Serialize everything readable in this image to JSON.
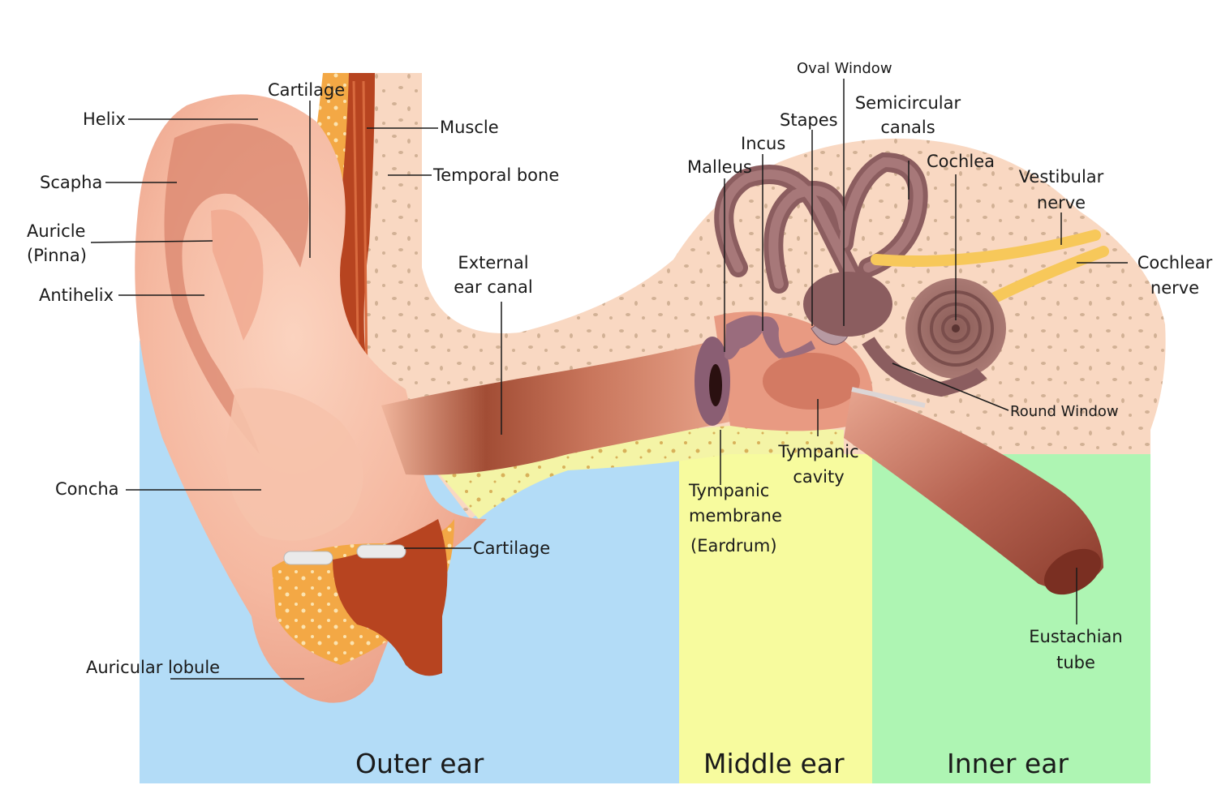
{
  "zones": {
    "outer": {
      "label": "Outer ear",
      "color": "#b3dcf7"
    },
    "middle": {
      "label": "Middle ear",
      "color": "#f7fb9e"
    },
    "inner": {
      "label": "Inner ear",
      "color": "#aef5b3"
    }
  },
  "labels": {
    "helix": "Helix",
    "scapha": "Scapha",
    "auricle": "Auricle",
    "pinna": "(Pinna)",
    "antihelix": "Antihelix",
    "concha": "Concha",
    "auricular_lobule": "Auricular lobule",
    "cartilage_top": "Cartilage",
    "cartilage_bottom": "Cartilage",
    "muscle": "Muscle",
    "temporal_bone": "Temporal bone",
    "external": "External",
    "ear_canal": "ear canal",
    "malleus": "Malleus",
    "incus": "Incus",
    "stapes": "Stapes",
    "oval_window": "Oval Window",
    "semicircular": "Semicircular",
    "canals": "canals",
    "cochlea": "Cochlea",
    "vestibular": "Vestibular",
    "vestibular_nerve": "nerve",
    "cochlear": "Cochlear",
    "cochlear_nerve": "nerve",
    "round_window": "Round Window",
    "tympanic_cav": "Tympanic",
    "cavity": "cavity",
    "tympanic_mem": "Tympanic",
    "membrane": "membrane",
    "eardrum": "(Eardrum)",
    "eustachian": "Eustachian",
    "tube": "tube"
  }
}
